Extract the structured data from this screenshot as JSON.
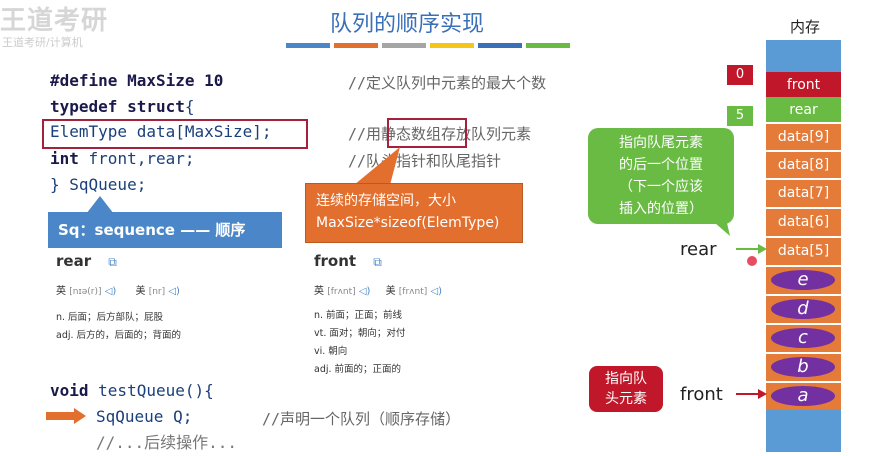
{
  "watermark": {
    "text": "王道考研",
    "sub": "王道考研/计算机"
  },
  "slide": {
    "title": "队列的顺序实现",
    "bar_colors": [
      "#4a86c8",
      "#e36f2e",
      "#a5a5a5",
      "#f5c518",
      "#3a70b8",
      "#6abb44"
    ]
  },
  "code": {
    "line1": {
      "kw": "#define",
      "rest": " MaxSize 10",
      "comment": "//定义队列中元素的最大个数"
    },
    "line2": {
      "kw": "typedef struct",
      "rest": "{"
    },
    "line3": {
      "text": "ElemType data[MaxSize];",
      "comment": "//用静态数组存放队列元素"
    },
    "line4": {
      "kw": "int",
      "rest": " front,rear;",
      "comment": "//队头指针和队尾指针"
    },
    "line5": {
      "text": "} SqQueue;"
    },
    "line6": {
      "kw": "void",
      "rest": " testQueue(){"
    },
    "line7": {
      "text": "SqQueue Q;",
      "comment": "//声明一个队列（顺序存储）"
    },
    "line8": {
      "text": "//...后续操作..."
    }
  },
  "callouts": {
    "sq": "Sq：sequence —— 顺序",
    "mem_line1": "连续的存储空间，大小",
    "mem_line2": "MaxSize*sizeof(ElemType)"
  },
  "dict_rear": {
    "word": "rear",
    "uk_label": "英",
    "uk_ph": "[nɪə(r)]",
    "us_label": "美",
    "us_ph": "[nr]",
    "def1": "n. 后面；后方部队；屁股",
    "def2": "adj. 后方的，后面的；背面的"
  },
  "dict_front": {
    "word": "front",
    "uk_label": "英",
    "uk_ph": "[frʌnt]",
    "us_label": "美",
    "us_ph": "[frʌnt]",
    "def1": "n. 前面；正面；前线",
    "def2": "vt. 面对；朝向；对付",
    "def3": "vi. 朝向",
    "def4": "adj. 前面的；正面的"
  },
  "memory": {
    "title": "内存",
    "front_cell": "front",
    "front_value": "0",
    "rear_cell": "rear",
    "rear_value": "5",
    "data_cells": [
      "data[9]",
      "data[8]",
      "data[7]",
      "data[6]",
      "data[5]"
    ],
    "elements": [
      "e",
      "d",
      "c",
      "b",
      "a"
    ],
    "colors": {
      "front": "#c0182a",
      "rear": "#6abb44",
      "cell": "#e57b39",
      "column": "#5b9bd5",
      "element": "#7230a0"
    }
  },
  "annotations": {
    "rear_note_1": "指向队尾元素",
    "rear_note_2": "的后一个位置",
    "rear_note_3": "（下一个应该",
    "rear_note_4": "插入的位置）",
    "rear_pointer": "rear",
    "front_note_1": "指向队",
    "front_note_2": "头元素",
    "front_pointer": "front"
  }
}
